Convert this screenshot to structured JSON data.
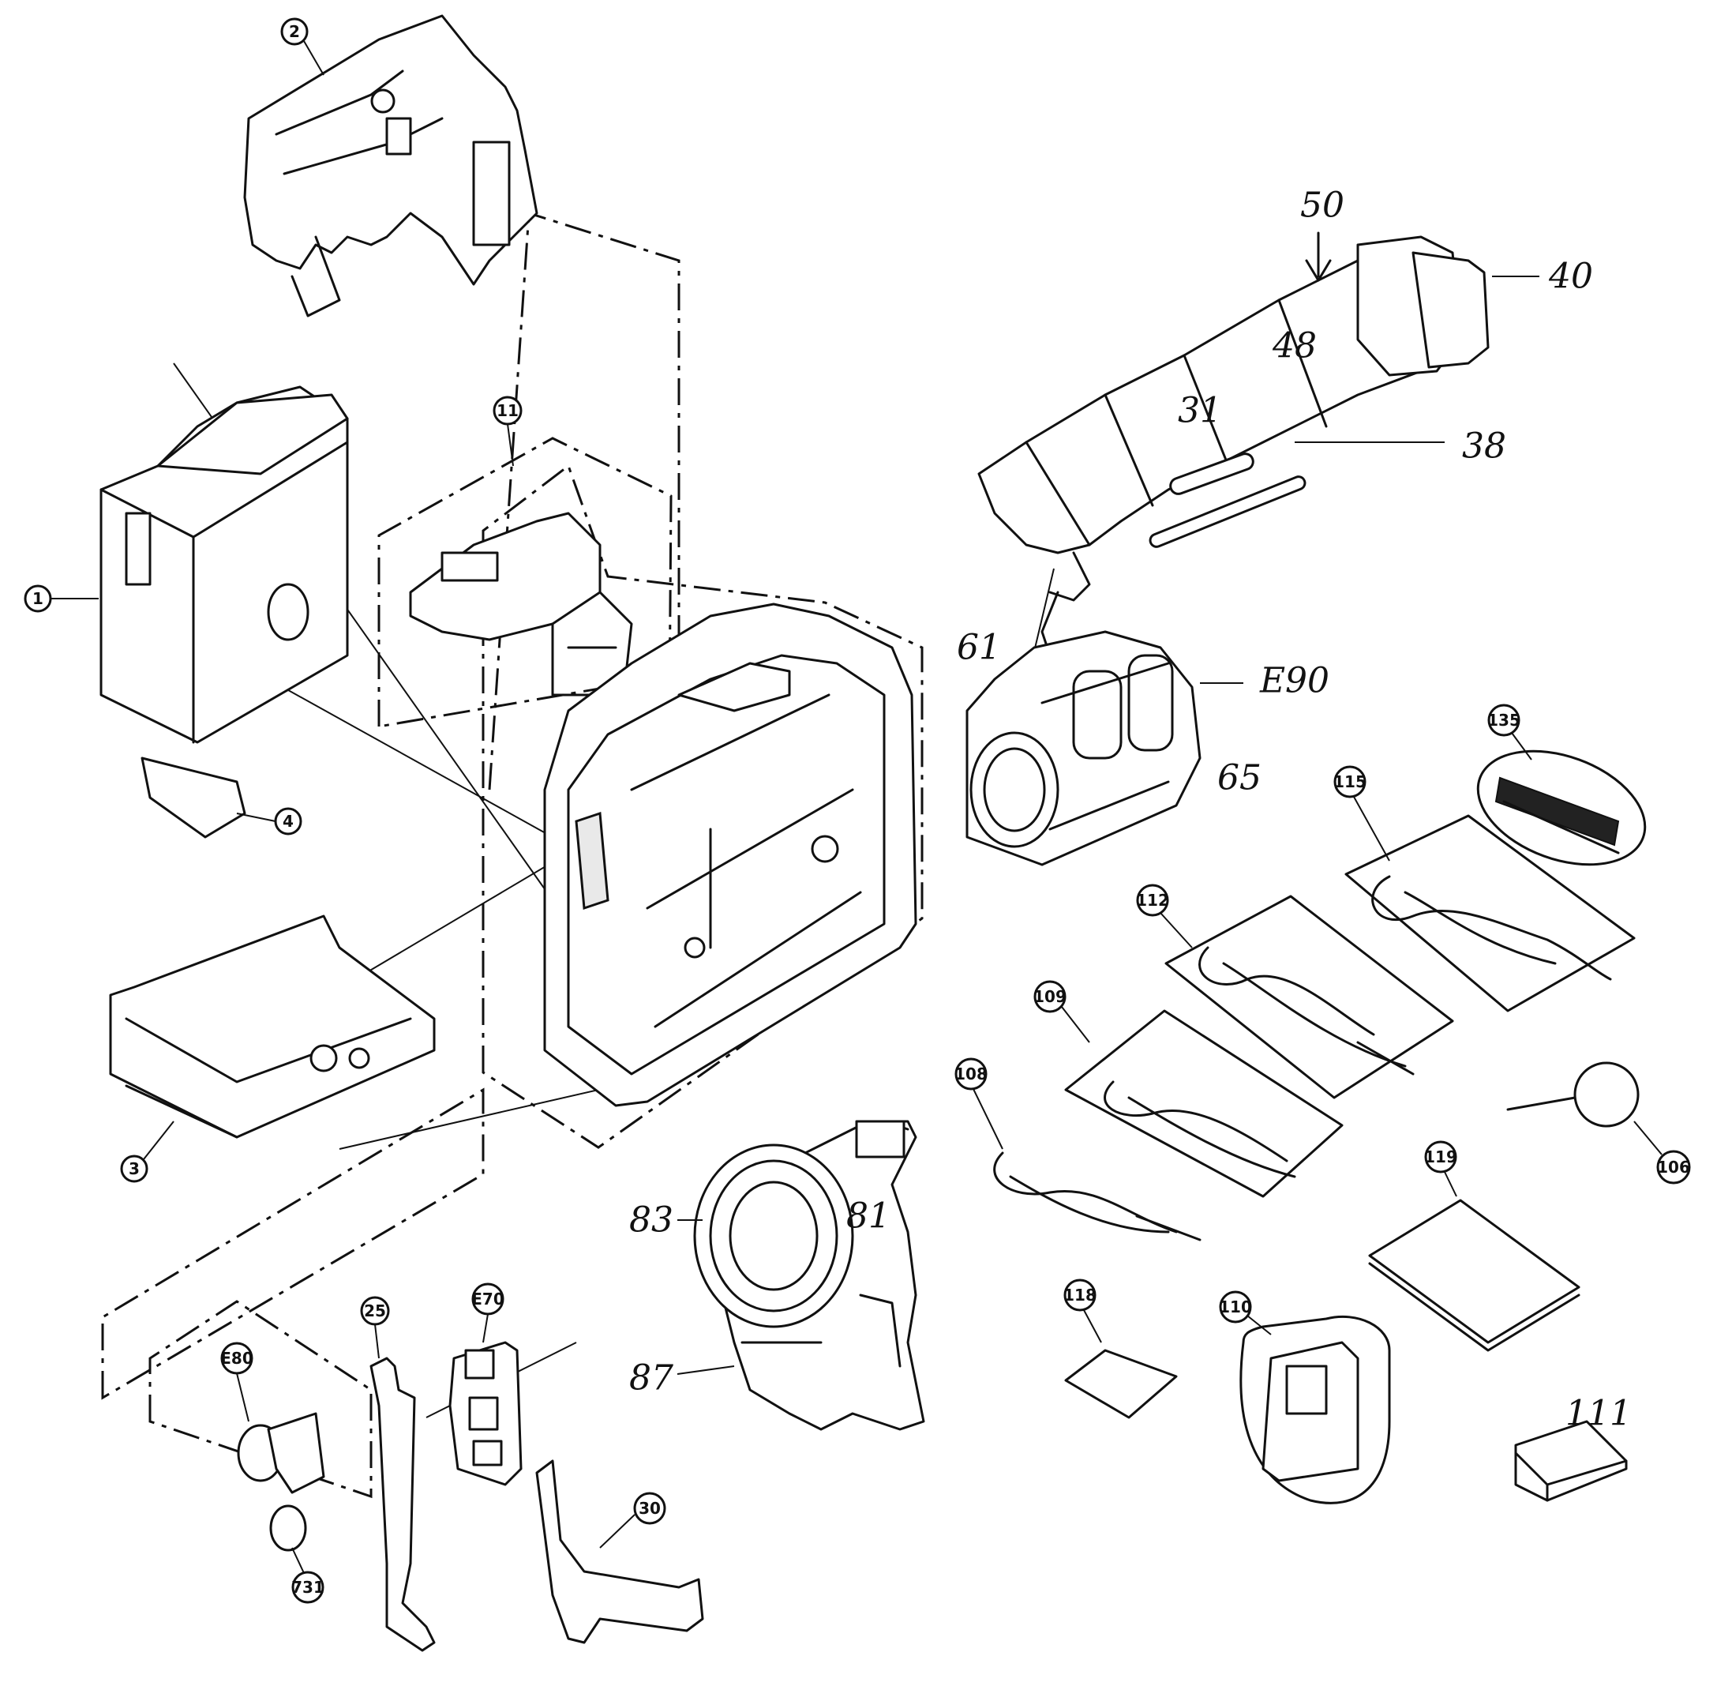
{
  "callouts": {
    "c1": "1",
    "c2": "2",
    "c3": "3",
    "c4": "4",
    "c11": "11",
    "c25": "25",
    "c30": "30",
    "c31": "31",
    "c38": "38",
    "c40": "40",
    "c48": "48",
    "c50": "50",
    "c61": "61",
    "c65": "65",
    "c81": "81",
    "c83": "83",
    "c87": "87",
    "c106": "106",
    "c108": "108",
    "c109": "109",
    "c110": "110",
    "c111": "111",
    "c112": "112",
    "c115": "115",
    "c118": "118",
    "c119": "119",
    "c135": "135",
    "c731": "731",
    "cE70": "E70",
    "cE80": "E80",
    "cE90": "E90"
  }
}
